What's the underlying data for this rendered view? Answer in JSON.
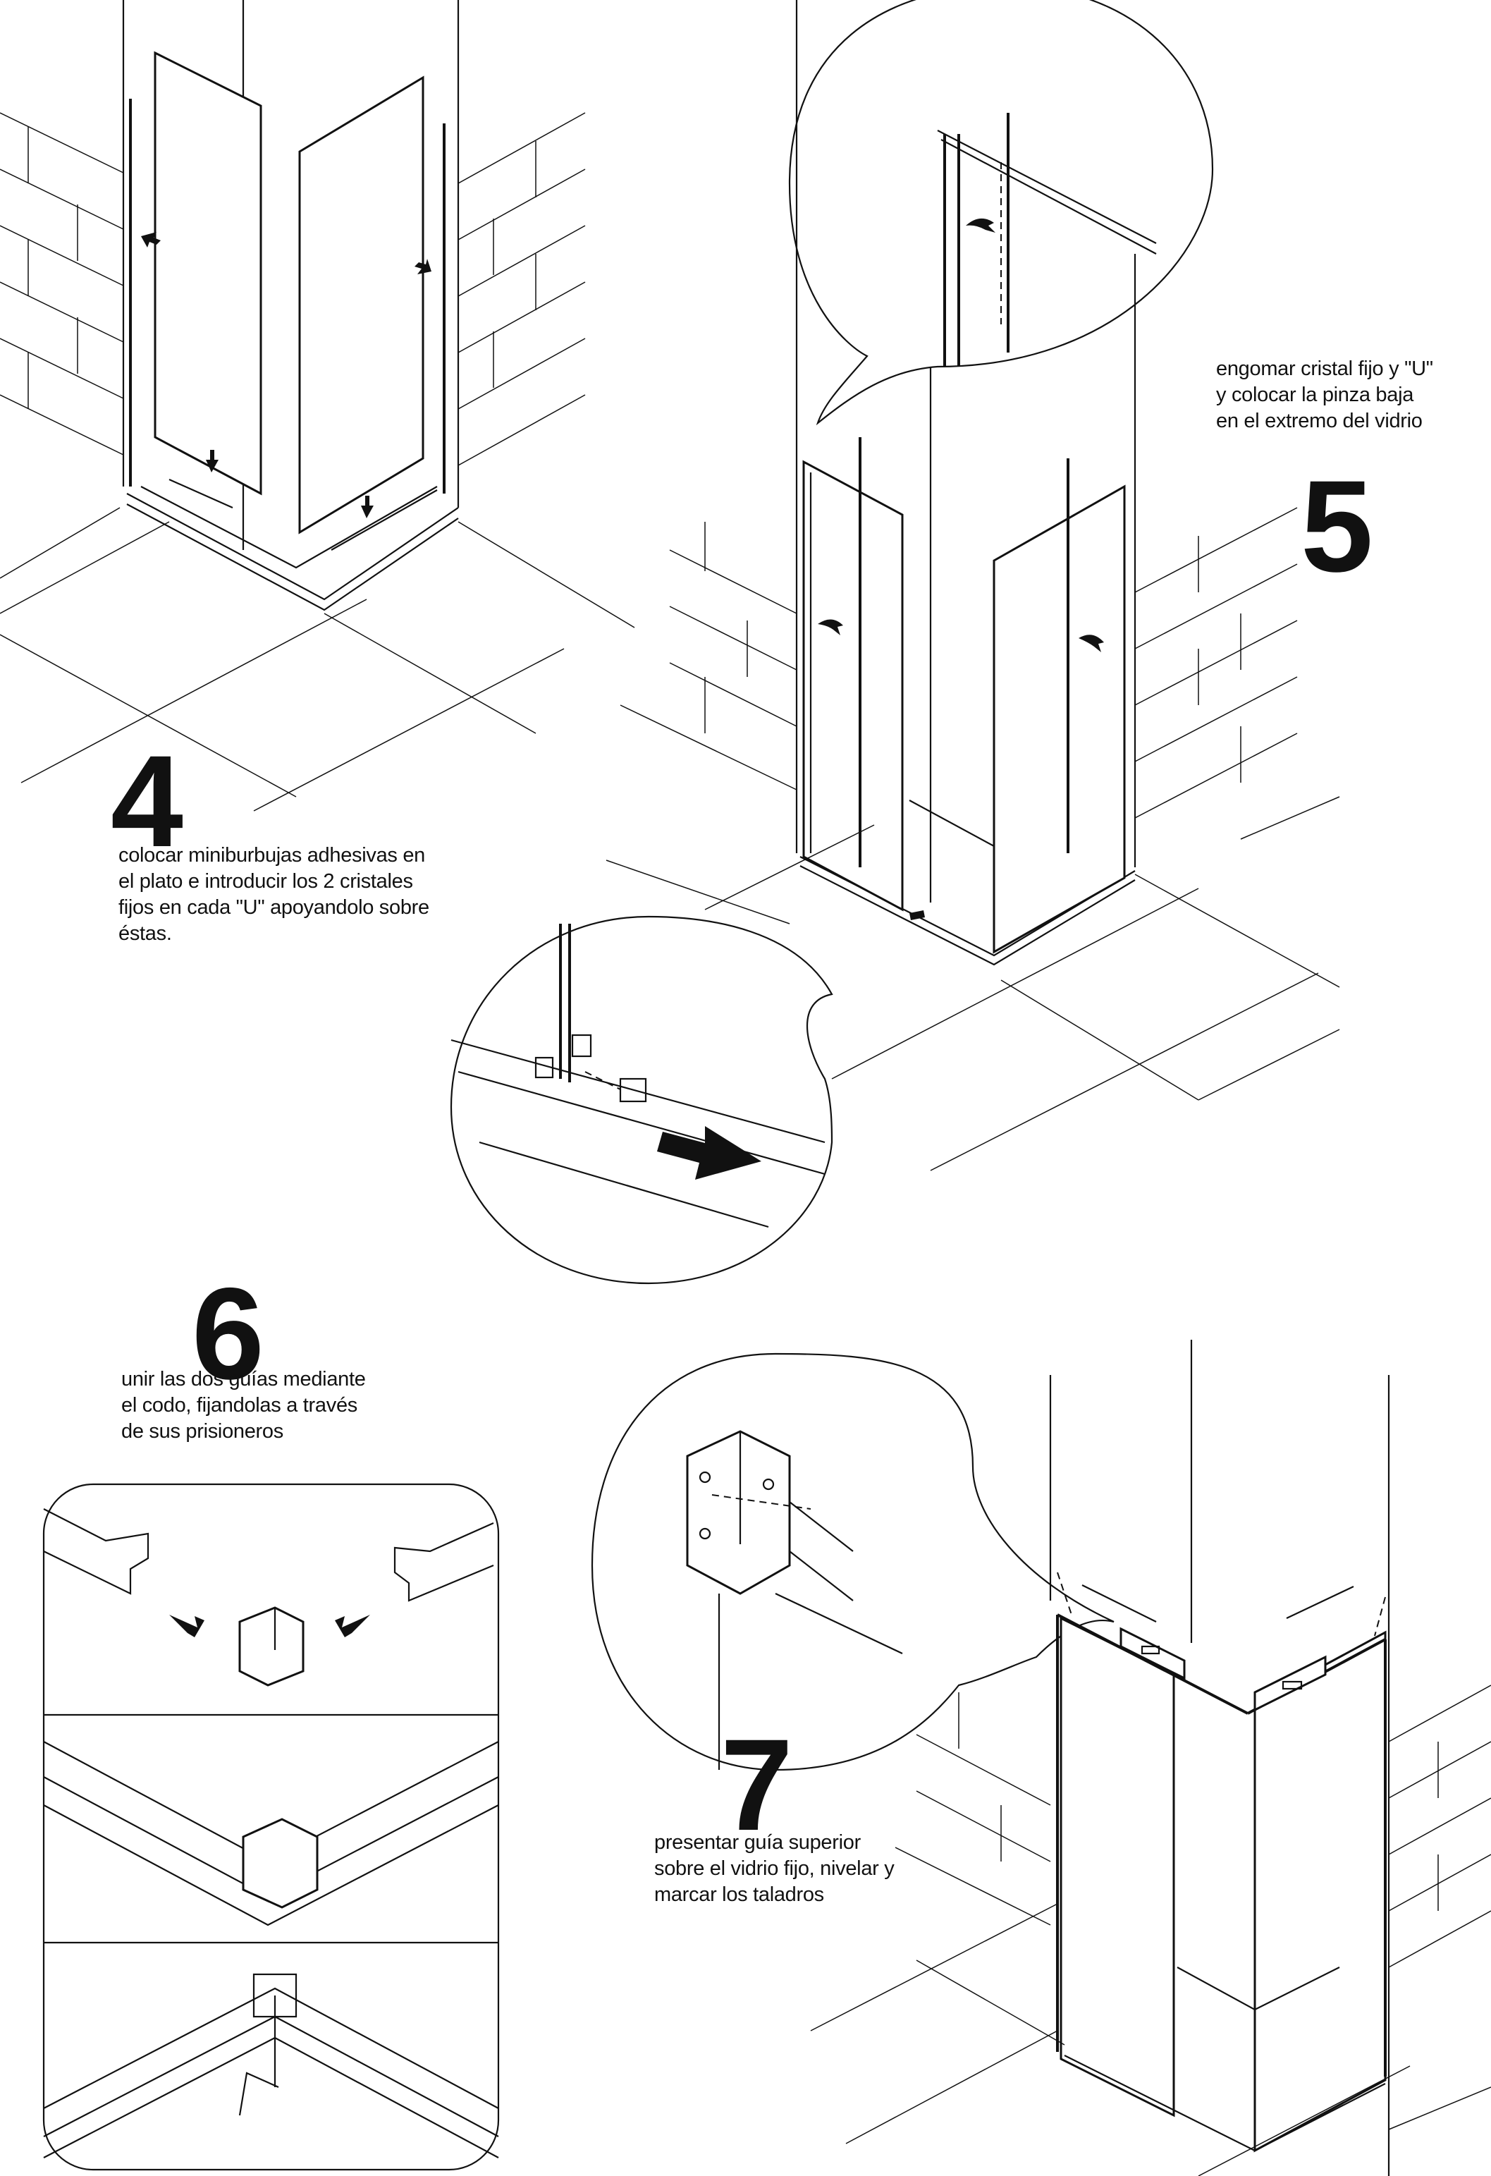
{
  "steps": [
    {
      "number": "4",
      "lines": [
        "colocar miniburbujas adhesivas en",
        "el plato e introducir los 2 cristales",
        "fijos en cada \"U\" apoyandolo sobre",
        "éstas."
      ]
    },
    {
      "number": "5",
      "lines": [
        "engomar cristal fijo y \"U\"",
        "y colocar la pinza baja",
        "en el extremo del vidrio"
      ]
    },
    {
      "number": "6",
      "lines": [
        "unir las dos guías mediante",
        "el codo, fijandolas a través",
        "de sus prisioneros"
      ]
    },
    {
      "number": "7",
      "lines": [
        "presentar guía superior",
        "sobre el vidrio fijo, nivelar y",
        "marcar los taladros"
      ]
    }
  ]
}
